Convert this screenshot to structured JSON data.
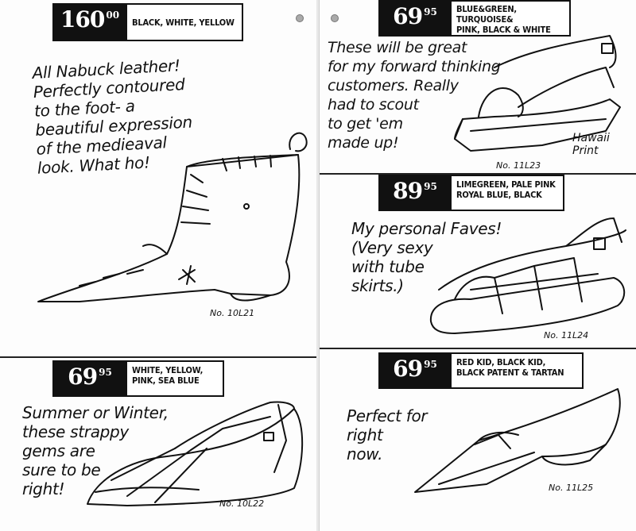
{
  "catalog": {
    "products": [
      {
        "price_dollars": "160",
        "price_cents": "00",
        "colors": "BLACK, WHITE, YELLOW",
        "description": "All Nabuck leather!\nPerfectly contoured\nto the foot- a\nbeautiful expression\nof the medieaval\nlook. What ho!",
        "style_no": "No. 10L21",
        "icon": "ankle-boot-sketch"
      },
      {
        "price_dollars": "69",
        "price_cents": "95",
        "colors": "WHITE, YELLOW,\nPINK, SEA BLUE",
        "description": "Summer or Winter,\nthese strappy\ngems are\nsure to be\nright!",
        "style_no": "No. 10L22",
        "icon": "strappy-flat-sketch"
      },
      {
        "price_dollars": "69",
        "price_cents": "95",
        "colors": "BLUE&GREEN, TURQUOISE&\nPINK, BLACK & WHITE",
        "description": "These will be great\nfor my forward thinking\ncustomers. Really\nhad to scout\nto get 'em\nmade up!",
        "style_no": "No. 11L23",
        "note": "Hawaii\nPrint",
        "icon": "platform-sandal-sketch"
      },
      {
        "price_dollars": "89",
        "price_cents": "95",
        "colors": "LIMEGREEN, PALE PINK\nROYAL BLUE, BLACK",
        "description": "My personal Faves!\n(Very sexy\nwith tube\nskirts.)",
        "style_no": "No. 11L24",
        "icon": "caged-sandal-sketch"
      },
      {
        "price_dollars": "69",
        "price_cents": "95",
        "colors": "RED KID, BLACK KID,\nBLACK PATENT & TARTAN",
        "description": "Perfect for\nright\nnow.",
        "style_no": "No. 11L25",
        "icon": "pointed-flat-sketch"
      }
    ]
  }
}
